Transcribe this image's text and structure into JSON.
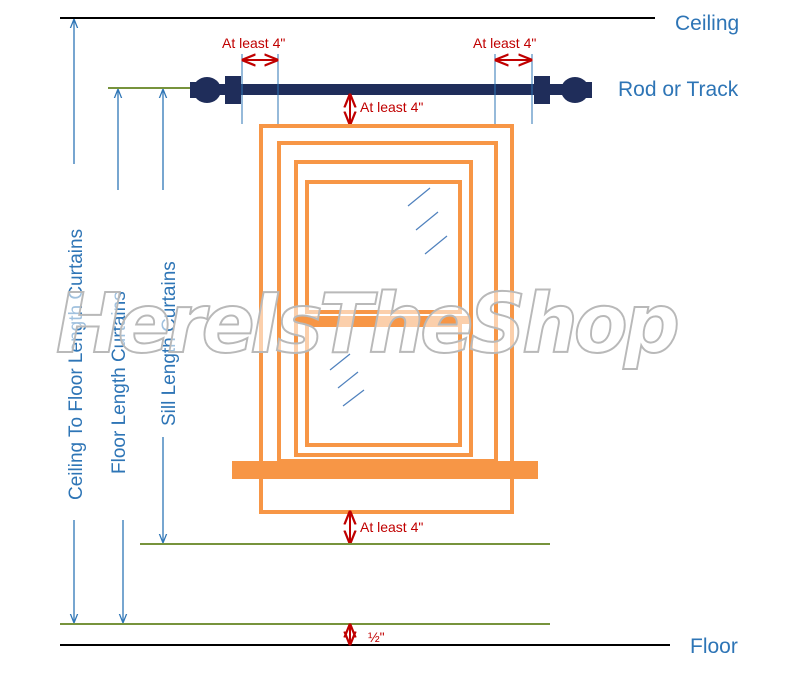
{
  "labels": {
    "ceiling": "Ceiling",
    "rod": "Rod or Track",
    "floor": "Floor",
    "ceiling_to_floor": "Ceiling To Floor Length Curtains",
    "floor_length": "Floor Length Curtains",
    "sill_length": "Sill Length Curtains",
    "clearance_left": "At least 4\"",
    "clearance_right": "At least 4\"",
    "clearance_above_frame": "At least 4\"",
    "clearance_below_sill": "At least 4\"",
    "floor_gap": "½\""
  },
  "watermark": "HereIsTheShop",
  "colors": {
    "label_blue": "#2e75b6",
    "arrow_blue": "#2e75b6",
    "red": "#c00000",
    "orange": "#f79646",
    "olive": "#77933c",
    "rod": "#1f2d5a",
    "glass": "#4f81bd",
    "line": "#000000"
  }
}
